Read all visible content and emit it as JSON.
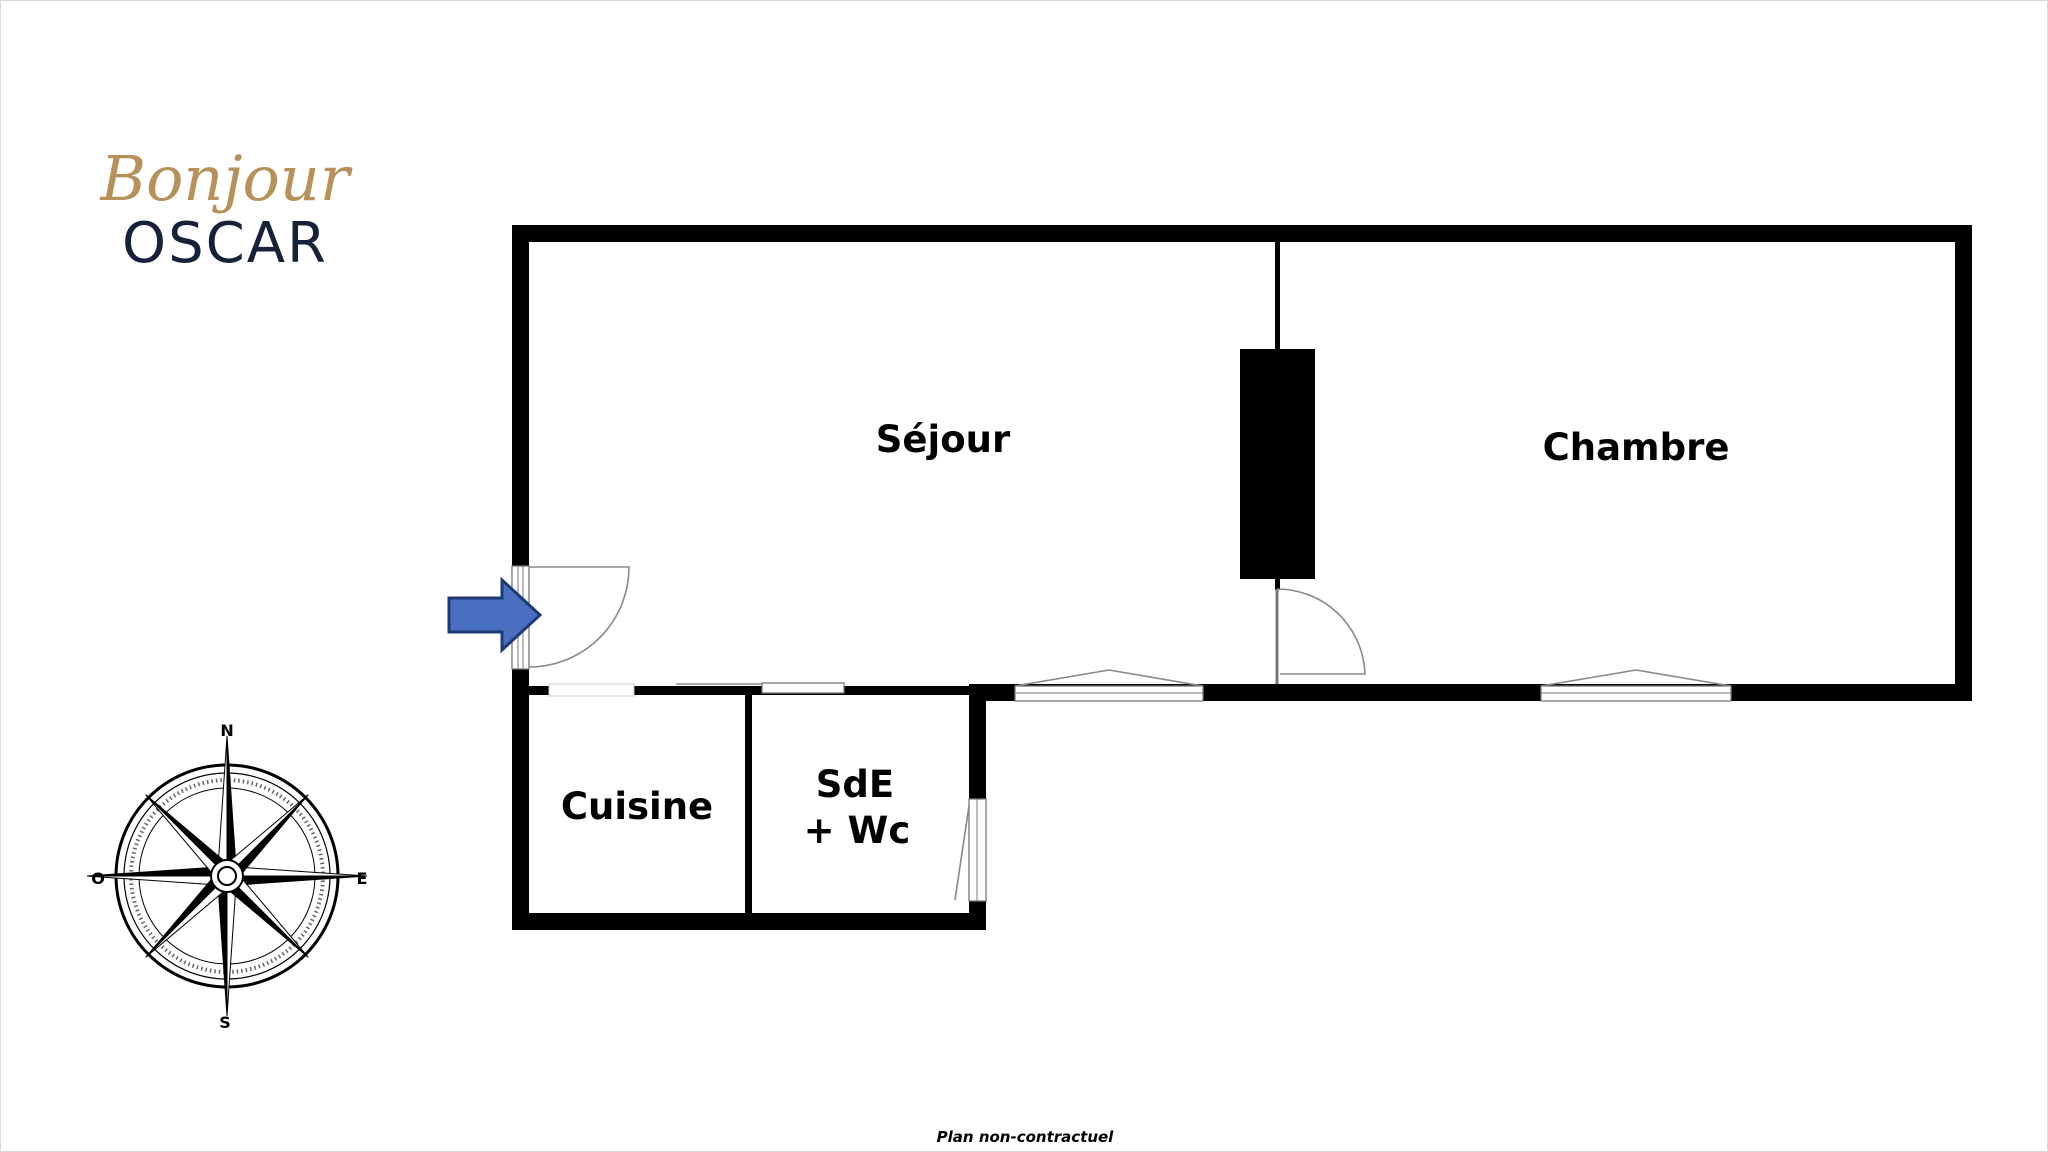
{
  "logo": {
    "script": "Bonjour",
    "name": "OSCAR",
    "script_color": "#b8915a",
    "name_color": "#16213a"
  },
  "rooms": {
    "sejour": "Séjour",
    "chambre": "Chambre",
    "cuisine": "Cuisine",
    "sde_line1": "SdE",
    "sde_line2": "+ Wc"
  },
  "compass": {
    "north": "N",
    "south": "S",
    "west": "O",
    "east": "E"
  },
  "entry_arrow_color": "#4a6fc0",
  "footer": "Plan non-contractuel"
}
